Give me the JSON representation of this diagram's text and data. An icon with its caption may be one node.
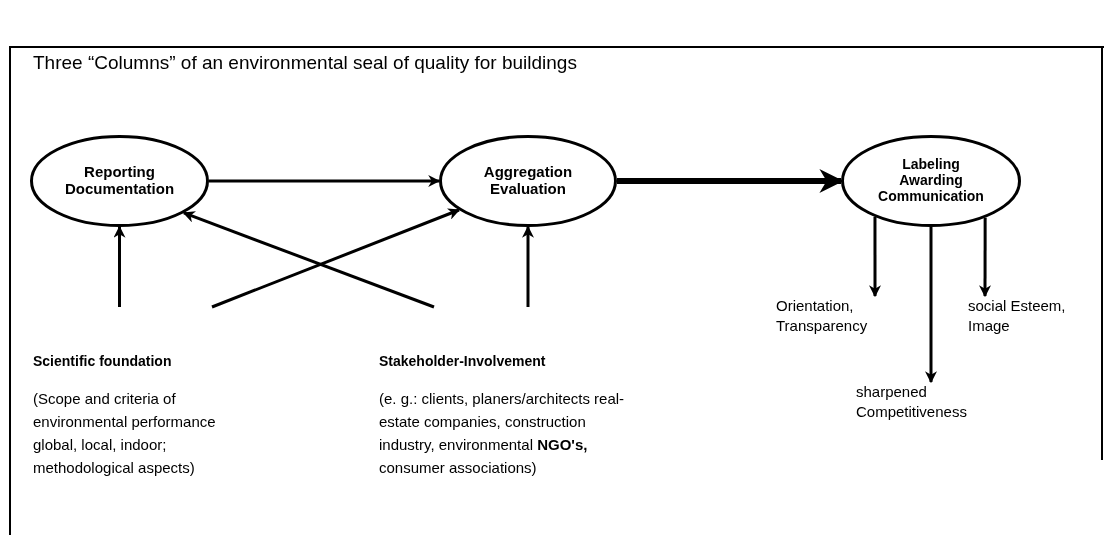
{
  "diagram": {
    "title": "Three “Columns” of an environmental seal of quality for buildings",
    "nodes": [
      {
        "text": [
          "Reporting Documentation"
        ]
      },
      {
        "text": [
          "Aggregation Evaluation"
        ]
      },
      {
        "text": [
          "Labeling Awarding Communication"
        ]
      },
      {
        "text": [
          "Scientific foundation",
          "(Scope and criteria of environmental performance global, local, indoor; methodological aspects)"
        ]
      },
      {
        "text": [
          "Stakeholder-Involvement",
          "(e. g.: clients, planers/architects real-estate companies, construction industry, environmental **NGO's,** consumer associations)"
        ]
      },
      {
        "text": [
          "Orientation, Transparency"
        ]
      },
      {
        "text": [
          "social Esteem, Image"
        ]
      },
      {
        "text": [
          "sharpened Competitiveness"
        ]
      }
    ],
    "edges": [
      {
        "from": 0,
        "to": 1,
        "arrow": "to"
      },
      {
        "from": 1,
        "to": 2,
        "arrow": "to",
        "style": "thick"
      },
      {
        "from": 3,
        "to": 0,
        "arrow": "to"
      },
      {
        "from": 3,
        "to": 1,
        "arrow": "to"
      },
      {
        "from": 4,
        "to": 0,
        "arrow": "to"
      },
      {
        "from": 4,
        "to": 1,
        "arrow": "to"
      },
      {
        "from": 2,
        "to": 5,
        "arrow": "to"
      },
      {
        "from": 2,
        "to": 7,
        "arrow": "to"
      },
      {
        "from": 2,
        "to": 6,
        "arrow": "to"
      }
    ]
  }
}
